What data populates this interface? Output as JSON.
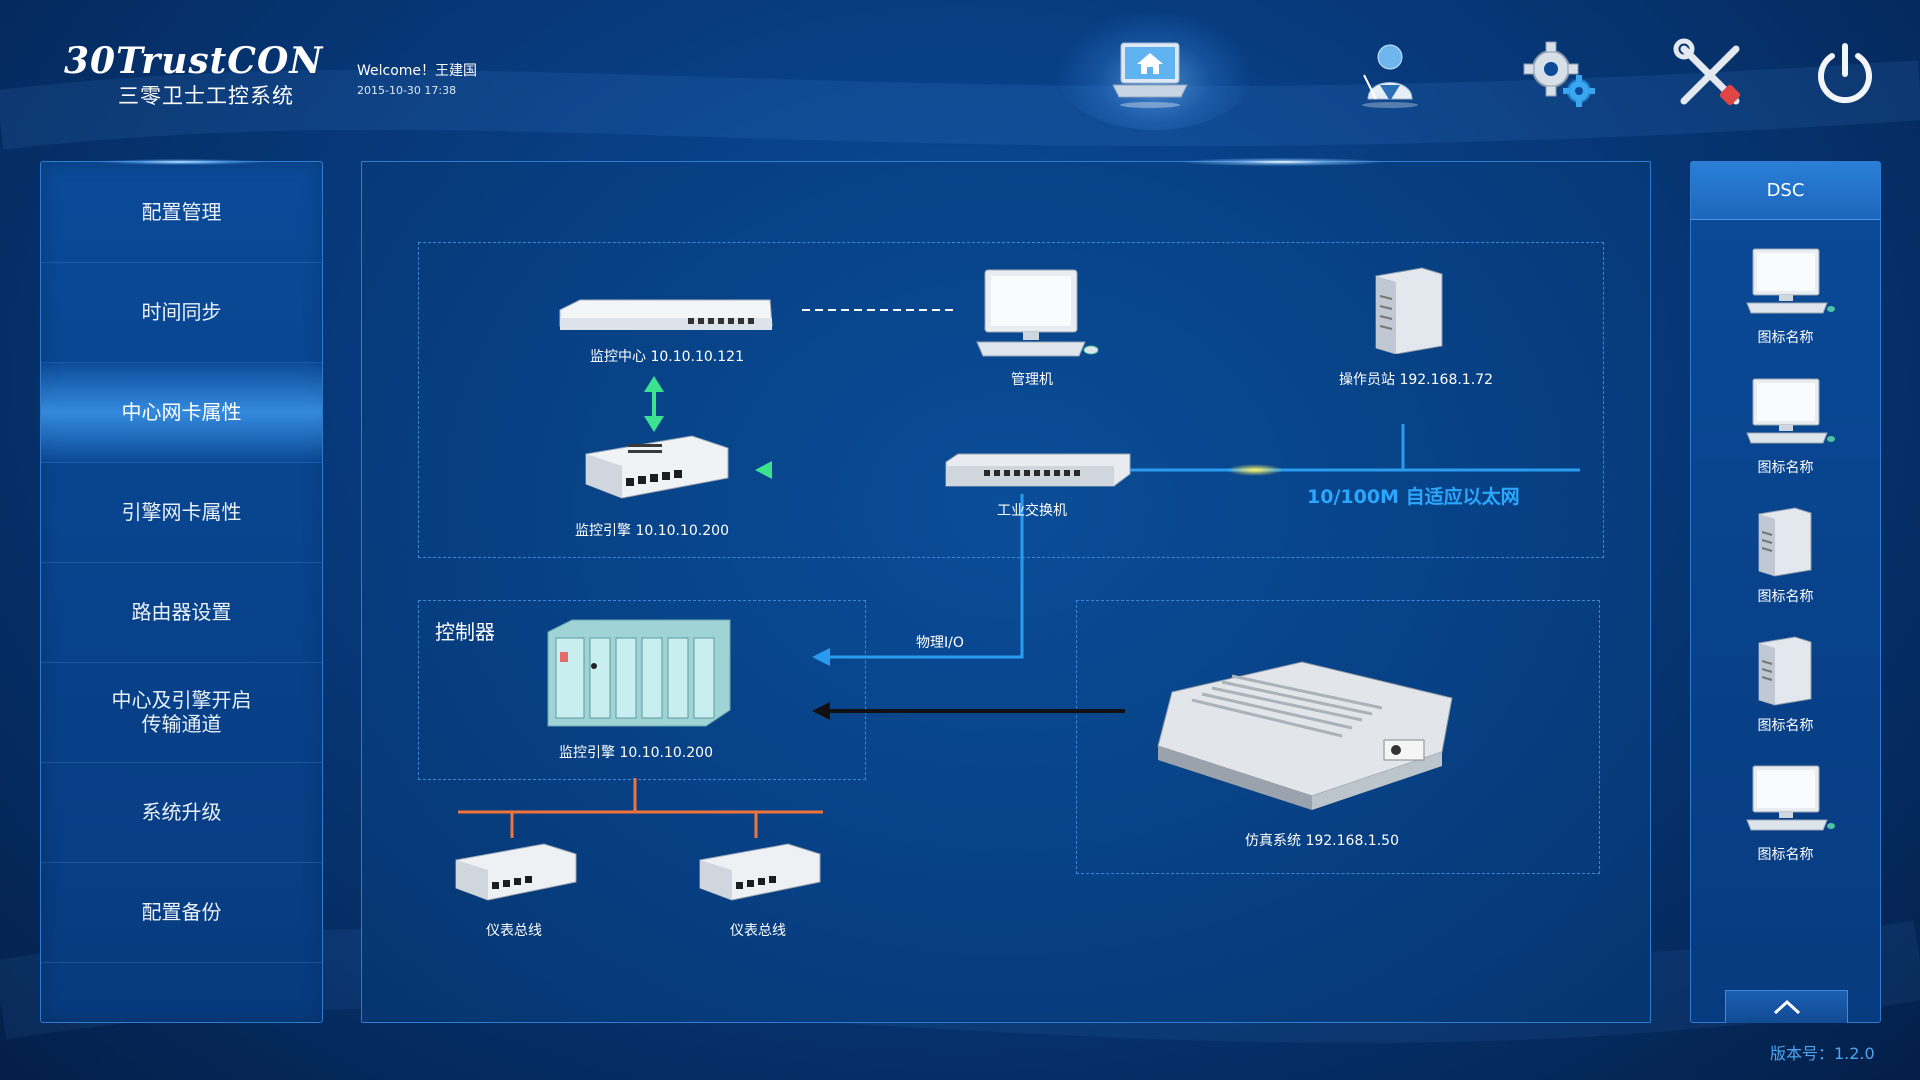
{
  "header": {
    "logo_text": "30TrustCON",
    "logo_subtitle": "三零卫士工控系统",
    "welcome": "Welcome！王建国",
    "datetime": "2015-10-30 17:38",
    "icons": [
      "home-laptop-icon",
      "user-icon",
      "settings-gears-icon",
      "tools-icon",
      "power-icon"
    ]
  },
  "sidebar": {
    "items": [
      {
        "label": "配置管理"
      },
      {
        "label": "时间同步"
      },
      {
        "label": "中心网卡属性",
        "active": true
      },
      {
        "label": "引擎网卡属性"
      },
      {
        "label": "路由器设置"
      },
      {
        "label": "中心及引擎开启\n传输通道"
      },
      {
        "label": "系统升级"
      },
      {
        "label": "配置备份"
      }
    ]
  },
  "diagram": {
    "monitor_center": "监控中心 10.10.10.121",
    "admin_pc": "管理机",
    "operator_station": "操作员站 192.168.1.72",
    "monitor_engine_top": "监控引擎 10.10.10.200",
    "switch": "工业交换机",
    "network_label": "10/100M 自适应以太网",
    "controller_title": "控制器",
    "controller_label": "监控引擎 10.10.10.200",
    "io_label": "物理I/O",
    "simulation": "仿真系统 192.168.1.50",
    "bus_left": "仪表总线",
    "bus_right": "仪表总线"
  },
  "right_panel": {
    "title": "DSC",
    "items": [
      {
        "icon": "desktop-computer-icon",
        "label": "图标名称"
      },
      {
        "icon": "desktop-computer-icon",
        "label": "图标名称"
      },
      {
        "icon": "server-tower-icon",
        "label": "图标名称"
      },
      {
        "icon": "server-tower-icon",
        "label": "图标名称"
      },
      {
        "icon": "desktop-computer-icon",
        "label": "图标名称"
      }
    ]
  },
  "footer": {
    "version": "版本号：1.2.0"
  },
  "colors": {
    "accent": "#2aa7ff",
    "green_link": "#3de28f",
    "blue_link": "#2a9cf0",
    "bus_orange": "#f0743a",
    "panel_border": "#2f7bd2"
  }
}
